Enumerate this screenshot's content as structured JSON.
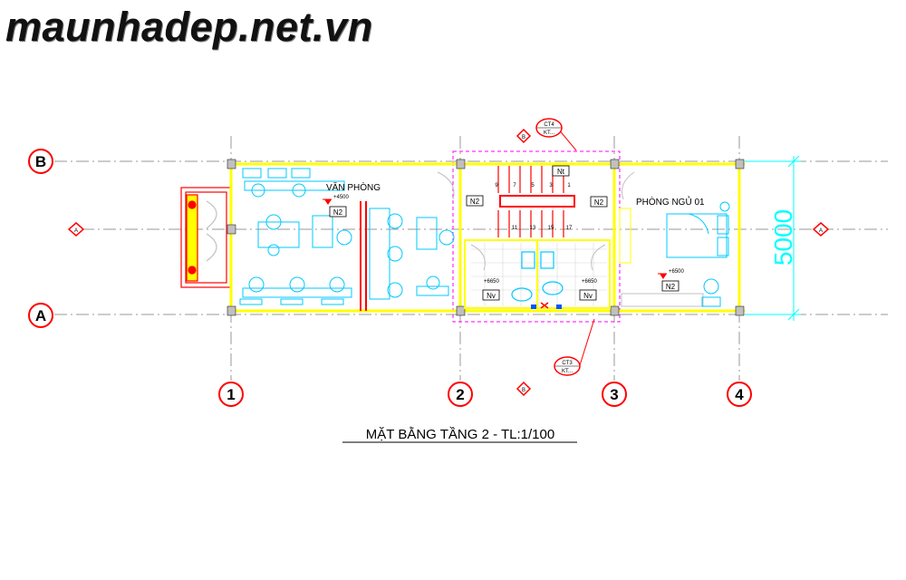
{
  "watermark": "maunhadep.net.vn",
  "drawing_title": "MẶT BẰNG TẦNG 2 - TL:1/100",
  "grid_axes": {
    "rows": [
      "A",
      "B"
    ],
    "columns": [
      "1",
      "2",
      "3",
      "4"
    ]
  },
  "rooms": {
    "office": "VĂN PHÒNG",
    "bedroom": "PHÒNG NGỦ 01"
  },
  "tags": {
    "n2": "N2",
    "nv": "Nv",
    "nt": "Nt"
  },
  "levels": {
    "office": "+4500",
    "bedroom": "+6500",
    "wc_left": "+6650",
    "wc_right": "+6650"
  },
  "section_marks": {
    "ct4": "CT4",
    "ct3": "CT3",
    "kt": "KT..."
  },
  "section_letters": {
    "a": "A",
    "b": "B"
  },
  "dimension": "5000",
  "stair_numbers_top": [
    "9",
    "7",
    "5",
    "3",
    "1"
  ],
  "stair_numbers_bottom": [
    "11",
    "13",
    "15",
    "17"
  ],
  "colors": {
    "wall": "#ffff00",
    "grid_line": "#9a9a9a",
    "furniture": "#00c8ff",
    "stair": "#ff0000",
    "dimension": "#00ffff",
    "section_box": "#ff00ff"
  }
}
